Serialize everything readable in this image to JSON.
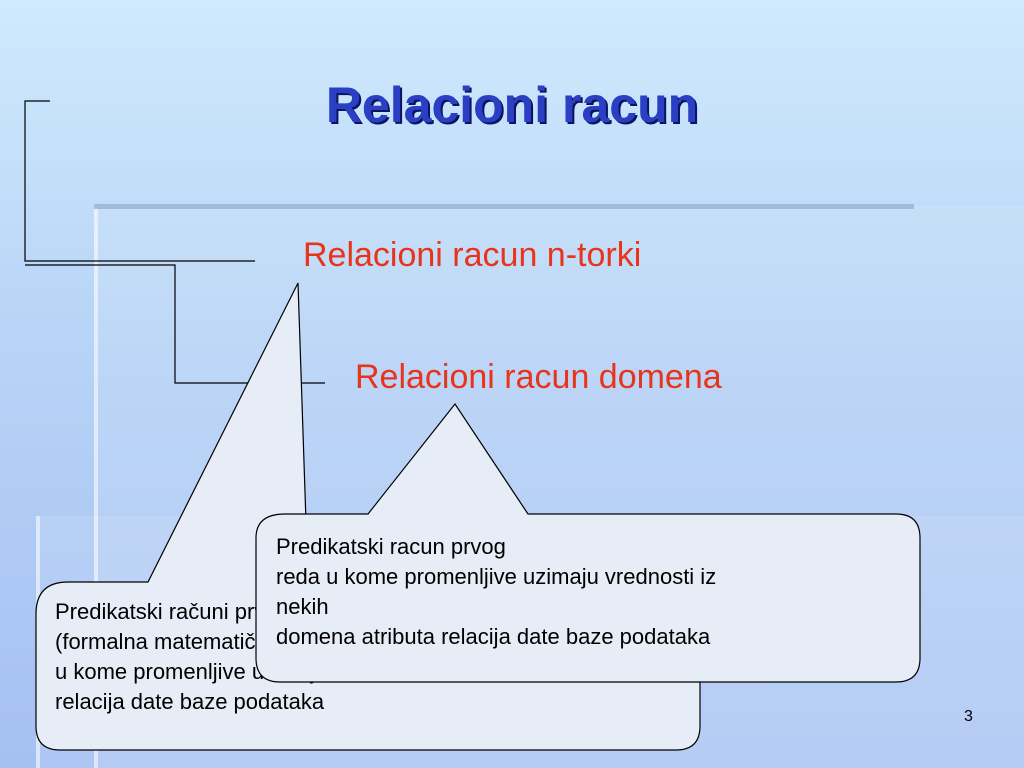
{
  "slide": {
    "title": "Relacioni racun",
    "items": [
      {
        "label": "Relacioni racun n-torki"
      },
      {
        "label": "Relacioni racun domena"
      }
    ],
    "callouts": [
      {
        "lines": [
          "Predikatski računi prvog reda",
          "(formalna matematička logika)",
          "u kome promenljive uzimaju vrednosti n-torki",
          "relacija date baze podataka"
        ]
      },
      {
        "lines": [
          "Predikatski racun prvog",
          "reda u kome promenljive uzimaju vrednosti iz",
          "nekih",
          "domena atributa relacija date baze podataka"
        ]
      }
    ],
    "page_number": "3"
  },
  "colors": {
    "title": "#2a3fc4",
    "item_text": "#e8341a",
    "callout_fill": "#e6edf6"
  }
}
